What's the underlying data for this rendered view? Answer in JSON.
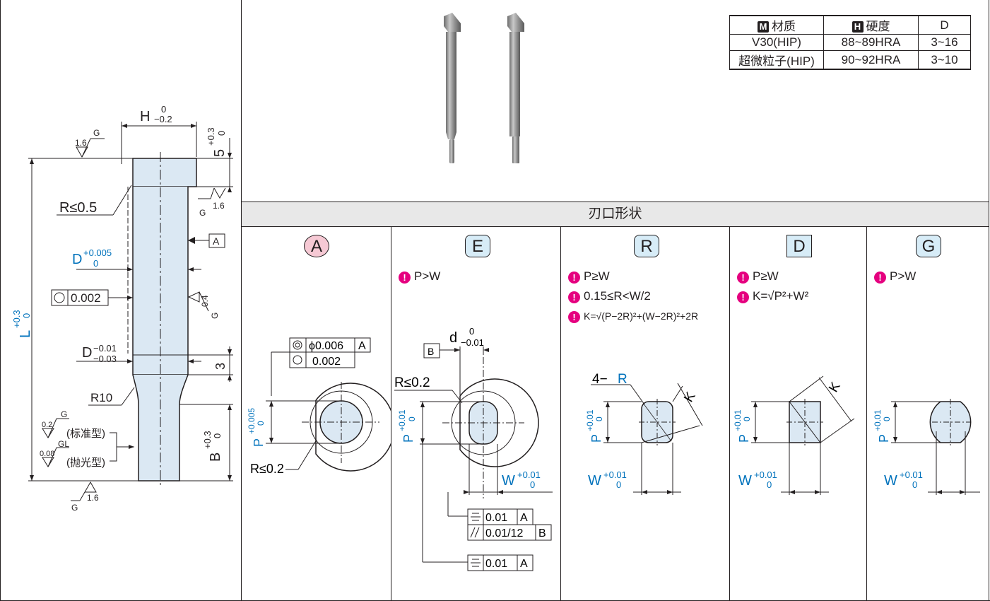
{
  "material_table": {
    "headers": {
      "material_badge": "M",
      "material": "材质",
      "hardness_badge": "H",
      "hardness": "硬度",
      "d": "D"
    },
    "rows": [
      {
        "material": "V30(HIP)",
        "hardness": "88~89HRA",
        "d": "3~16"
      },
      {
        "material": "超微粒子(HIP)",
        "hardness": "90~92HRA",
        "d": "3~10"
      }
    ]
  },
  "section_title": "刃口形状",
  "left_drawing": {
    "h_label": "H",
    "h_tol_upper": "0",
    "h_tol_lower": "−0.2",
    "top_tol_value": "5",
    "top_tol_upper": "+0.3",
    "top_tol_lower": "0",
    "surface_top": {
      "ra": "1.6",
      "g": "G"
    },
    "surface_head": {
      "ra": "1.6",
      "g": "G"
    },
    "corner_radius": "R≤0.5",
    "datum_a": "A",
    "d_label": "D",
    "d_tol_upper": "+0.005",
    "d_tol_lower": "0",
    "concentricity": "0.002",
    "surface_shank": {
      "ra": "0.4",
      "g": "G"
    },
    "l_label": "L",
    "l_tol_upper": "+0.3",
    "l_tol_lower": "0",
    "d2_label": "D",
    "d2_tol_upper": "−0.01",
    "d2_tol_lower": "−0.03",
    "relief_len": "3",
    "r10": "R10",
    "std_ra": "0.2",
    "std_g": "G",
    "std_label": "(标准型)",
    "pol_ra": "0.08",
    "pol_g": "GL",
    "pol_label": "(抛光型)",
    "b_label": "B",
    "b_tol_upper": "+0.3",
    "b_tol_lower": "0",
    "bottom_ra": "1.6",
    "bottom_g": "G"
  },
  "columns": [
    {
      "badge": "A",
      "badge_color": "#f6c9d4",
      "notes": [],
      "labels": {
        "phi": "ϕ0.006",
        "datum": "A",
        "conc": "0.002",
        "p": "P",
        "p_upper": "+0.005",
        "p_lower": "0",
        "r": "R≤0.2"
      }
    },
    {
      "badge": "E",
      "badge_color": "#d7ecf7",
      "notes": [
        "P>W"
      ],
      "labels": {
        "d": "d",
        "d_upper": "0",
        "d_lower": "−0.01",
        "datum_b": "B",
        "r": "R≤0.2",
        "p": "P",
        "p_upper": "+0.01",
        "p_lower": "0",
        "w": "W",
        "w_upper": "+0.01",
        "w_lower": "0",
        "sym1": "0.01",
        "sym1_datum": "A",
        "par": "0.01/12",
        "par_datum": "B",
        "sym2": "0.01",
        "sym2_datum": "A"
      }
    },
    {
      "badge": "R",
      "badge_color": "#d7ecf7",
      "notes": [
        "P≥W",
        "0.15≤R<W/2",
        "K=√(P−2R)²+(W−2R)²+2R"
      ],
      "labels": {
        "r": "4−",
        "r_blue": "R",
        "k": "K",
        "p": "P",
        "p_upper": "+0.01",
        "p_lower": "0",
        "w": "W",
        "w_upper": "+0.01",
        "w_lower": "0"
      }
    },
    {
      "badge": "D",
      "badge_color": "#d7ecf7",
      "notes": [
        "P≥W",
        "K=√P²+W²"
      ],
      "labels": {
        "k": "K",
        "p": "P",
        "p_upper": "+0.01",
        "p_lower": "0",
        "w": "W",
        "w_upper": "+0.01",
        "w_lower": "0"
      }
    },
    {
      "badge": "G",
      "badge_color": "#d7ecf7",
      "notes": [
        "P>W"
      ],
      "labels": {
        "p": "P",
        "p_upper": "+0.01",
        "p_lower": "0",
        "w": "W",
        "w_upper": "+0.01",
        "w_lower": "0"
      }
    }
  ],
  "colors": {
    "blue": "#0072bc",
    "pink": "#e5007f",
    "fill": "#dbe8f3",
    "line": "#231f20"
  }
}
